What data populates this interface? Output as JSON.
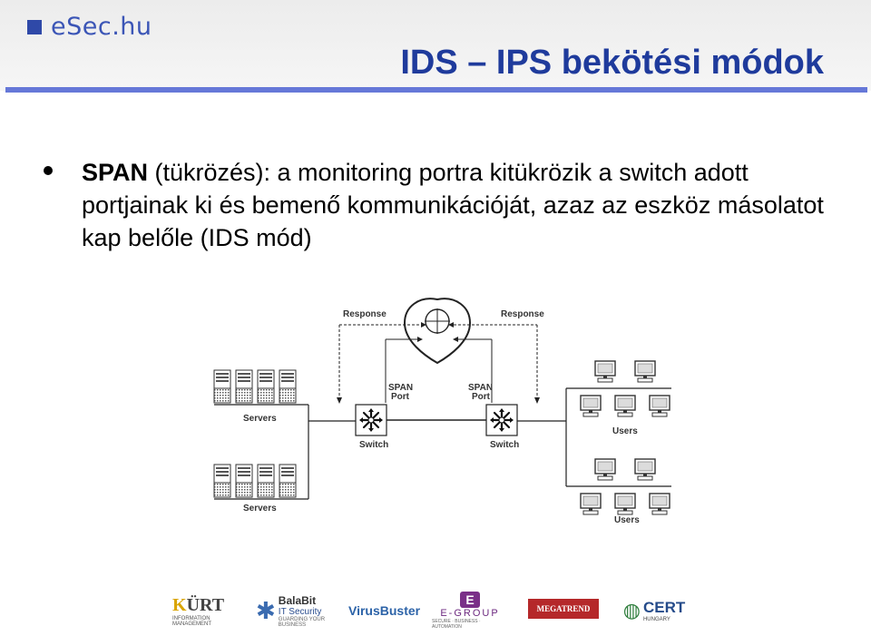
{
  "header": {
    "logo_text": "eSec.hu",
    "title": "IDS – IPS bekötési módok"
  },
  "bullet": {
    "term": "SPAN",
    "text": " (tükrözés): a monitoring portra kitükrözik a switch adott portjainak ki és bemenő kommunikációját, azaz az eszköz másolatot kap belőle (IDS mód)"
  },
  "diagram": {
    "labels": {
      "response_left": "Response",
      "response_right": "Response",
      "span_port_left": [
        "SPAN",
        "Port"
      ],
      "span_port_right": [
        "SPAN",
        "Port"
      ],
      "switch_left": "Switch",
      "switch_right": "Switch",
      "servers_top": "Servers",
      "servers_bottom": "Servers",
      "users_top": "Users",
      "users_bottom": "Users"
    }
  },
  "partners": {
    "kurt": {
      "name_prefix": "K",
      "name_rest": "ÜRT",
      "tagline": "INFORMATION MANAGEMENT"
    },
    "balabit": {
      "name": "BalaBit",
      "sub": "IT Security",
      "tagline": "GUARDING YOUR BUSINESS"
    },
    "virusbuster": {
      "name": "VirusBuster"
    },
    "egroup": {
      "mark": "E",
      "name": "E-GROUP",
      "tagline": "SECURE · BUSINESS · AUTOMATION"
    },
    "megatrend": {
      "name": "MEGATREND"
    },
    "cert": {
      "name": "CERT",
      "tagline": "HUNGARY"
    }
  },
  "colors": {
    "title": "#1f3b9c",
    "rule": "#6678d8",
    "logo": "#3b55b6"
  },
  "icons": {
    "ids_sensor": "shield-sensor-icon",
    "switch": "switch-icon",
    "server": "server-icon",
    "user": "desktop-computer-icon"
  }
}
